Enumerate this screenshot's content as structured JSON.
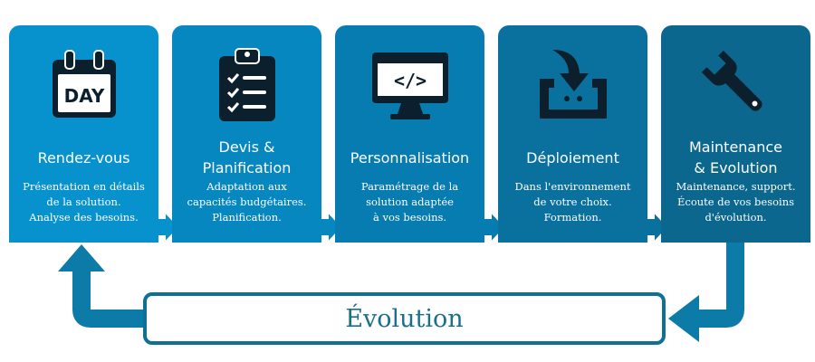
{
  "steps": [
    {
      "title": "Rendez-vous",
      "description": "Présentation en détails\nde la solution.\nAnalyse des besoins.",
      "icon": "calendar-day-icon",
      "icon_text": "DAY",
      "color": "#0892cd"
    },
    {
      "title": "Devis &\nPlanification",
      "description": "Adaptation aux\ncapacités budgétaires.\nPlanification.",
      "icon": "clipboard-checklist-icon",
      "color": "#0787bf"
    },
    {
      "title": "Personnalisation",
      "description": "Paramétrage de la\nsolution adaptée\nà vos besoins.",
      "icon": "monitor-code-icon",
      "icon_text": "</>",
      "color": "#077cb0"
    },
    {
      "title": "Déploiement",
      "description": "Dans  l'environnement\nde votre choix.\nFormation.",
      "icon": "tray-download-icon",
      "color": "#0a719f"
    },
    {
      "title": "Maintenance\n& Evolution",
      "description": "Maintenance, support.\nÉcoute de vos besoins\nd'évolution.",
      "icon": "wrench-icon",
      "color": "#0c678f"
    }
  ],
  "loop": {
    "label": "Évolution",
    "border_color": "#0f6f95",
    "arrow_color": "#0d7ba8"
  }
}
